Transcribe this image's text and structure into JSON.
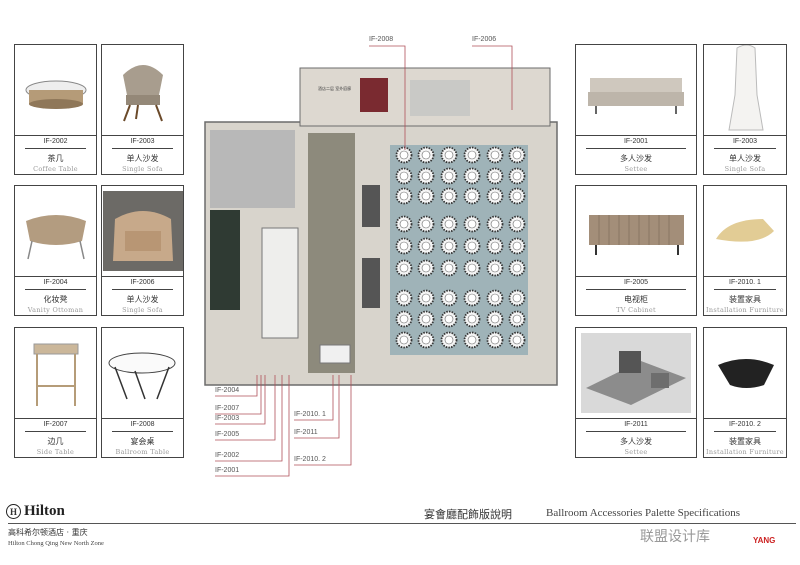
{
  "cards_left": [
    {
      "code": "IF-2002",
      "zh": "茶几",
      "en": "Coffee Table",
      "icon": "coffee-table"
    },
    {
      "code": "IF-2003",
      "zh": "单人沙发",
      "en": "Single Sofa",
      "icon": "lounge-chair"
    },
    {
      "code": "IF-2004",
      "zh": "化妆凳",
      "en": "Vanity Ottoman",
      "icon": "ottoman"
    },
    {
      "code": "IF-2006",
      "zh": "单人沙发",
      "en": "Single Sofa",
      "icon": "armchair"
    },
    {
      "code": "IF-2007",
      "zh": "边几",
      "en": "Side Table",
      "icon": "side-table"
    },
    {
      "code": "IF-2008",
      "zh": "宴会桌",
      "en": "Ballroom Table",
      "icon": "round-table"
    }
  ],
  "cards_right": [
    {
      "code": "IF-2001",
      "zh": "多人沙发",
      "en": "Settee",
      "icon": "sofa"
    },
    {
      "code": "IF-2003",
      "zh": "单人沙发",
      "en": "Single Sofa",
      "icon": "dining-chair"
    },
    {
      "code": "IF-2005",
      "zh": "电视柜",
      "en": "TV Cabinet",
      "icon": "cabinet"
    },
    {
      "code": "IF-2010. 1",
      "zh": "装置家具",
      "en": "Installation Furniture",
      "icon": "installation"
    },
    {
      "code": "IF-2011",
      "zh": "多人沙发",
      "en": "Settee",
      "icon": "modular-sofa"
    },
    {
      "code": "IF-2010. 2",
      "zh": "装置家具",
      "en": "Installation Furniture",
      "icon": "installation-2"
    }
  ],
  "plan": {
    "top_callouts": [
      "IF-2008",
      "IF-2006"
    ],
    "bottom_left_callouts": [
      "IF-2004",
      "IF-2007",
      "IF-2003",
      "IF-2005",
      "IF-2002",
      "IF-2001"
    ],
    "bottom_right_callouts": [
      "IF-2010. 1",
      "IF-2011",
      "IF-2010. 2"
    ],
    "room_label": "酒店二层 室外庭廊",
    "table_grid": {
      "rows": 9,
      "cols": 6
    },
    "colors": {
      "floor": "#8d8a7c",
      "ballroom": "#9fb3b8",
      "walls": "#6b6b6b",
      "callout": "#b0505a"
    }
  },
  "footer": {
    "brand": "Hilton",
    "brand_mark": "H",
    "hotel_zh": "高科希尔顿酒店 · 重庆",
    "hotel_en": "Hilton Chong Qing New North Zone",
    "title_zh": "宴會廳配飾版說明",
    "title_en": "Ballroom Accessories Palette Specifications",
    "watermark": "联盟设计库",
    "watermark_tag": "YANG"
  }
}
